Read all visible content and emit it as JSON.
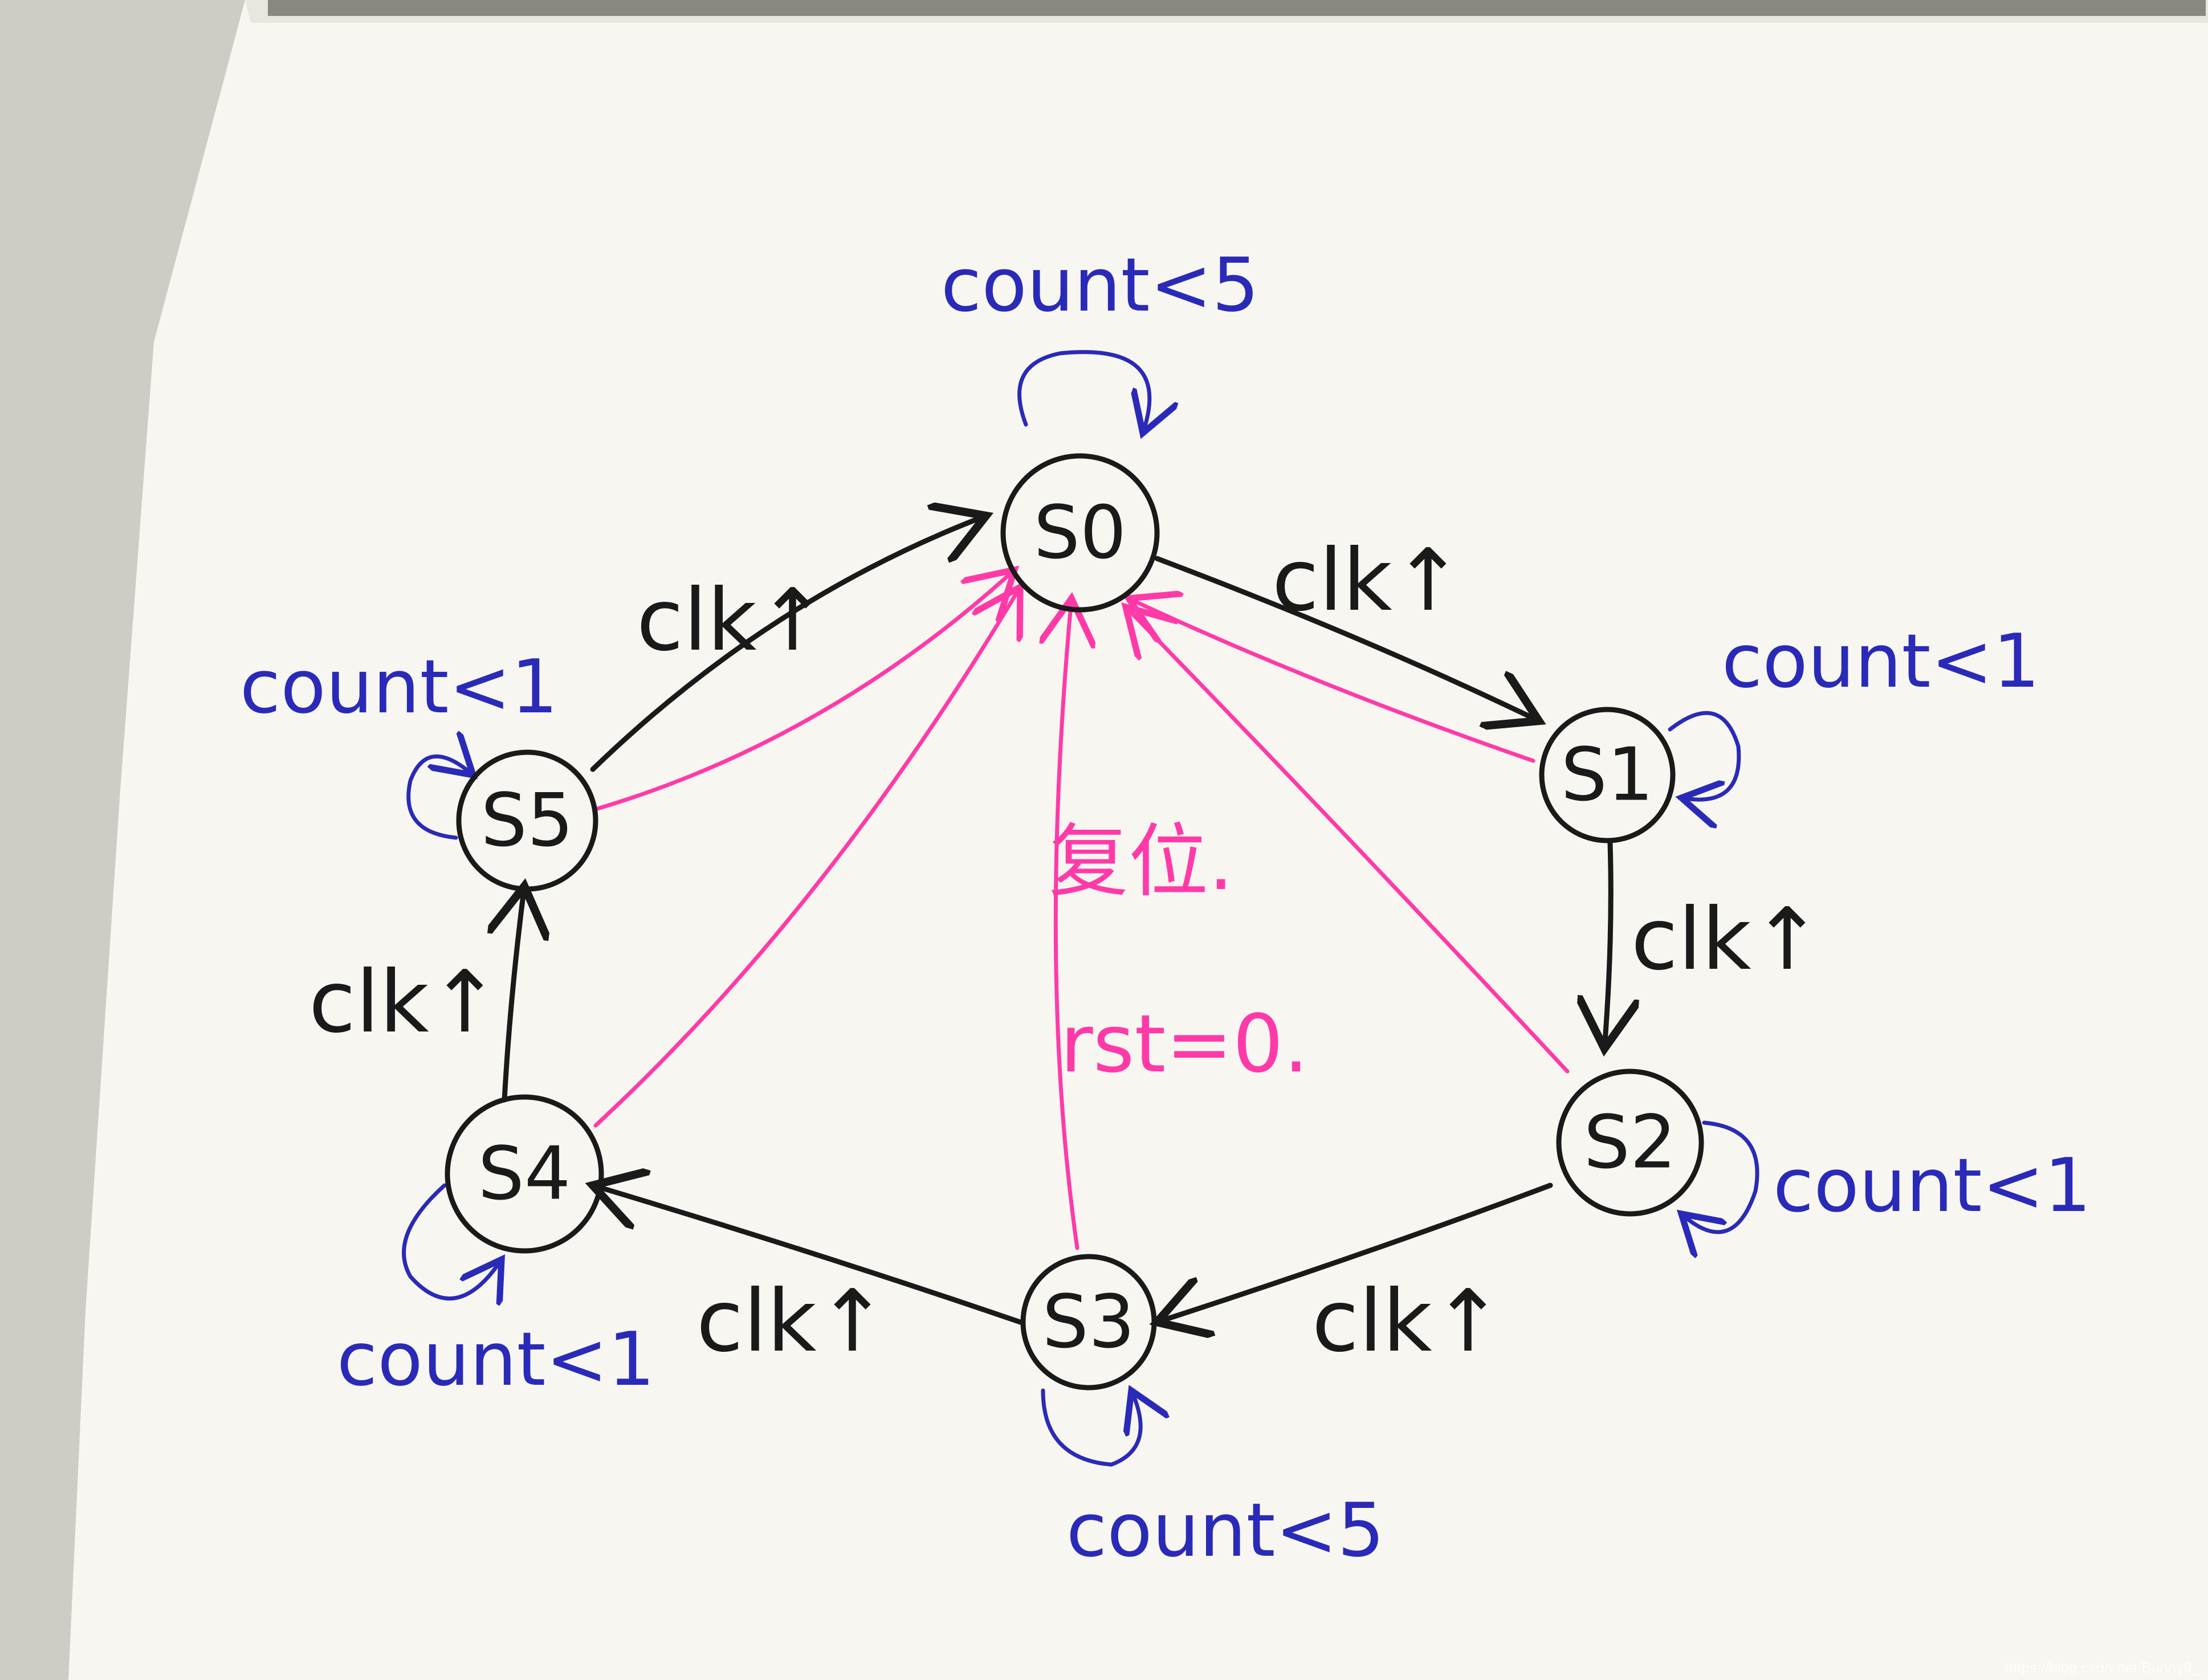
{
  "colors": {
    "paper": "#f8f6f0",
    "ink_black": "#1a1a1a",
    "ink_blue": "#2a2ab8",
    "ink_magenta": "#ff3aa8"
  },
  "states": [
    {
      "id": "s0",
      "label": "S0"
    },
    {
      "id": "s1",
      "label": "S1"
    },
    {
      "id": "s2",
      "label": "S2"
    },
    {
      "id": "s3",
      "label": "S3"
    },
    {
      "id": "s4",
      "label": "S4"
    },
    {
      "id": "s5",
      "label": "S5"
    }
  ],
  "transitions": [
    {
      "from": "S0",
      "to": "S1",
      "label": "clk↑"
    },
    {
      "from": "S1",
      "to": "S2",
      "label": "clk↑"
    },
    {
      "from": "S2",
      "to": "S3",
      "label": "clk↑"
    },
    {
      "from": "S3",
      "to": "S4",
      "label": "clk↑"
    },
    {
      "from": "S4",
      "to": "S5",
      "label": "clk↑"
    },
    {
      "from": "S5",
      "to": "S0",
      "label": "clk↑"
    }
  ],
  "self_loops": [
    {
      "state": "S0",
      "label": "count<5"
    },
    {
      "state": "S1",
      "label": "count<1"
    },
    {
      "state": "S2",
      "label": "count<1"
    },
    {
      "state": "S3",
      "label": "count<5"
    },
    {
      "state": "S4",
      "label": "count<1"
    },
    {
      "state": "S5",
      "label": "count<1"
    }
  ],
  "reset": {
    "line1": "复位.",
    "line2": "rst=0.",
    "targets": [
      "S1",
      "S2",
      "S3",
      "S4",
      "S5"
    ]
  },
  "watermark": "https://blog.csdn.net/Bunny9_"
}
